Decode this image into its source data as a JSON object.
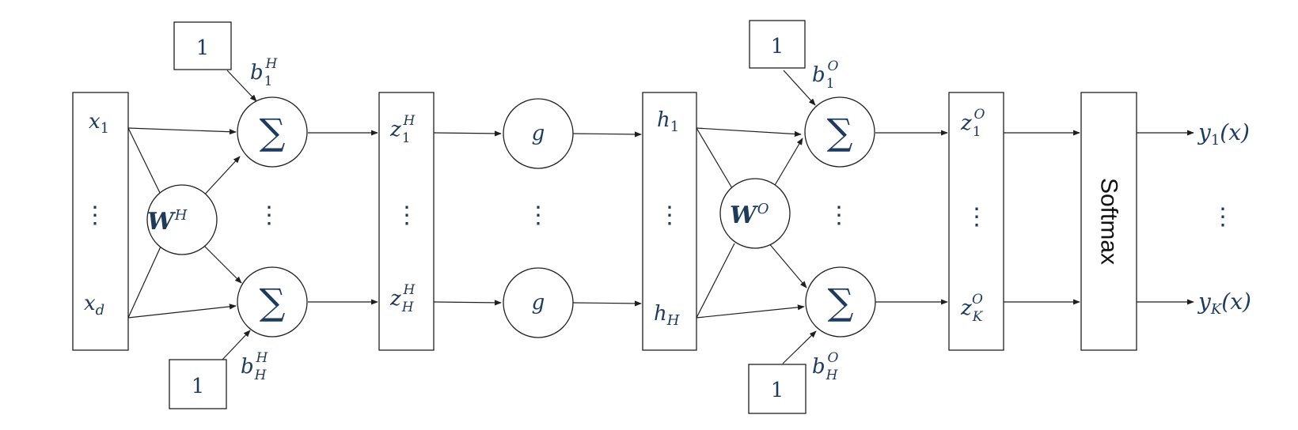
{
  "inputs": {
    "top": "x",
    "top_sub": "1",
    "bottom": "x",
    "bottom_sub": "d",
    "ellipsis": "⋮"
  },
  "bias_box_label": "1",
  "hidden_bias": {
    "top": {
      "base": "b",
      "sub": "1",
      "sup": "H"
    },
    "bottom": {
      "base": "b",
      "sub": "H",
      "sup": "H"
    }
  },
  "hidden_weights": {
    "base": "W",
    "sup": "H"
  },
  "sum_symbol": "∑",
  "hidden_pre": {
    "top": {
      "base": "z",
      "sub": "1",
      "sup": "H"
    },
    "bottom": {
      "base": "z",
      "sub": "H",
      "sup": "H"
    }
  },
  "activation": "g",
  "hidden": {
    "top": "h",
    "top_sub": "1",
    "bottom": "h",
    "bottom_sub": "H"
  },
  "output_bias": {
    "top": {
      "base": "b",
      "sub": "1",
      "sup": "O"
    },
    "bottom": {
      "base": "b",
      "sub": "H",
      "sup": "O"
    }
  },
  "output_weights": {
    "base": "W",
    "sup": "O"
  },
  "output_pre": {
    "top": {
      "base": "z",
      "sub": "1",
      "sup": "O"
    },
    "bottom": {
      "base": "z",
      "sub": "K",
      "sup": "O"
    }
  },
  "softmax_label": "Softmax",
  "outputs": {
    "top": {
      "base": "y",
      "sub": "1",
      "arg": "(x)"
    },
    "bottom": {
      "base": "y",
      "sub": "K",
      "arg": "(x)"
    }
  },
  "colors": {
    "math": "#1e3a5c",
    "stroke": "#1f1f1f"
  }
}
